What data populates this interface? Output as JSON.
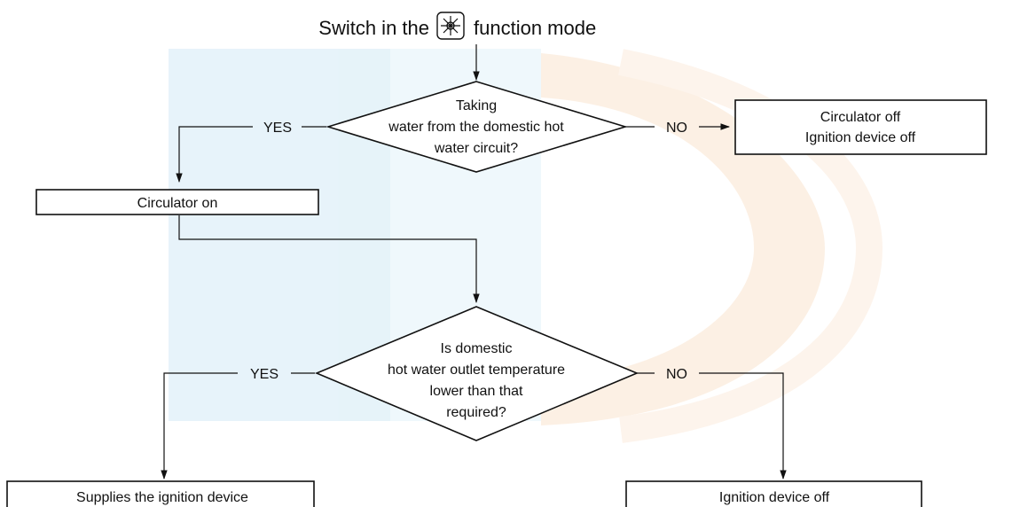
{
  "title": {
    "prefix": "Switch in the",
    "suffix": "function mode",
    "icon": "snowflake-sun-icon"
  },
  "decision_1": {
    "lines": [
      "Taking",
      "water from the domestic hot",
      "water circuit?"
    ],
    "yes_label": "YES",
    "no_label": "NO"
  },
  "box_circulator_off": {
    "lines": [
      "Circulator off",
      "Ignition device off"
    ]
  },
  "box_circulator_on": {
    "label": "Circulator on"
  },
  "decision_2": {
    "lines": [
      "Is domestic",
      "hot water outlet temperature",
      "lower than that",
      "required?"
    ],
    "yes_label": "YES",
    "no_label": "NO"
  },
  "box_supplies": {
    "label": "Supplies the ignition device"
  },
  "box_ignition_off": {
    "label": "Ignition device off"
  },
  "colors": {
    "line": "#111111",
    "watermark_blue": "#dff0f8",
    "watermark_orange": "#fbeadc"
  }
}
